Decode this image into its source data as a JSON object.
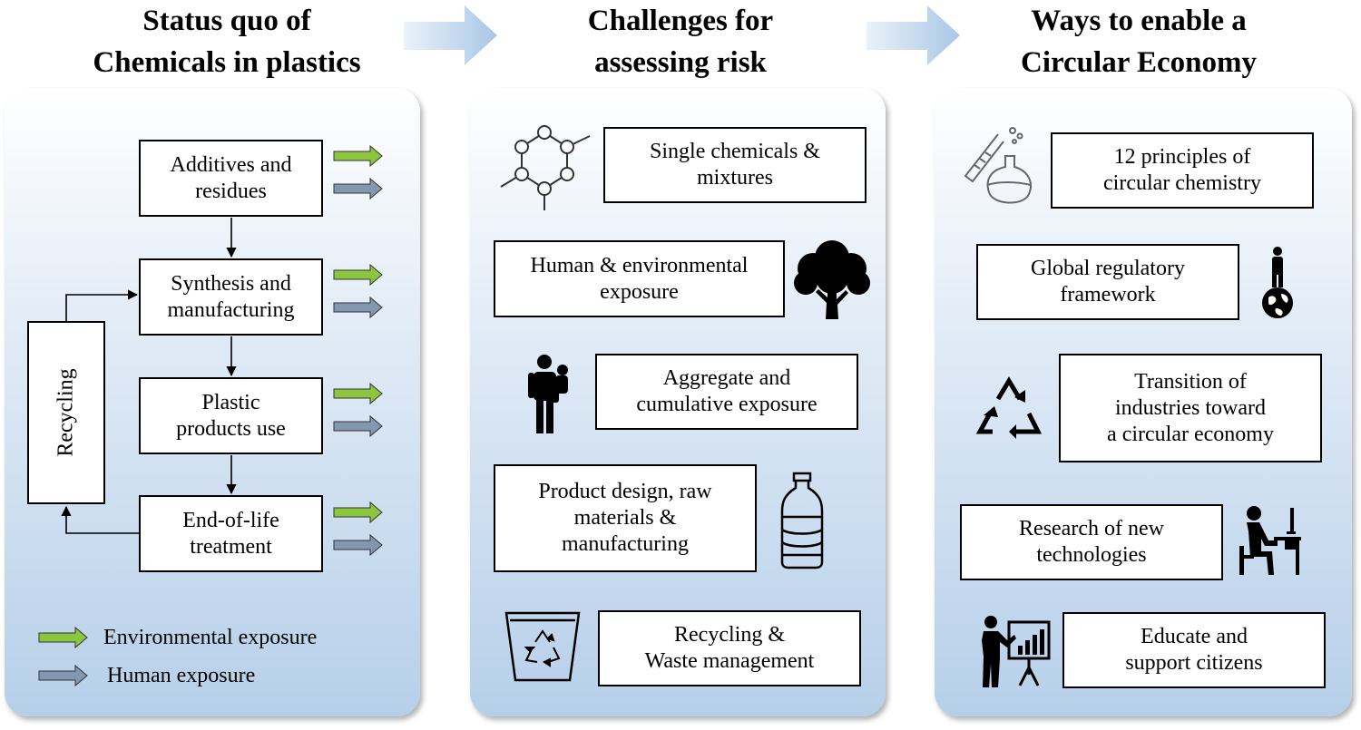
{
  "columns": [
    {
      "title_lines": [
        "Status quo of",
        "Chemicals in plastics"
      ]
    },
    {
      "title_lines": [
        "Challenges for",
        "assessing risk"
      ]
    },
    {
      "title_lines": [
        "Ways to enable a",
        "Circular Economy"
      ]
    }
  ],
  "status_quo": {
    "stages": [
      {
        "lines": [
          "Additives and",
          "residues"
        ]
      },
      {
        "lines": [
          "Synthesis and",
          "manufacturing"
        ]
      },
      {
        "lines": [
          "Plastic",
          "products use"
        ]
      },
      {
        "lines": [
          "End-of-life",
          "treatment"
        ]
      }
    ],
    "recycling_label": "Recycling",
    "legend": [
      {
        "label": "Environmental exposure",
        "color": "#8cc63f"
      },
      {
        "label": "Human exposure",
        "color": "#8497b0"
      }
    ]
  },
  "challenges": [
    {
      "lines": [
        "Single chemicals &",
        "mixtures"
      ],
      "icon": "molecule-icon"
    },
    {
      "lines": [
        "Human & environmental",
        "exposure"
      ],
      "icon": "tree-icon"
    },
    {
      "lines": [
        "Aggregate and",
        "cumulative exposure"
      ],
      "icon": "parent-child-icon"
    },
    {
      "lines": [
        "Product design, raw",
        "materials &",
        "manufacturing"
      ],
      "icon": "bottle-icon"
    },
    {
      "lines": [
        "Recycling &",
        "Waste management"
      ],
      "icon": "recycling-bin-icon"
    }
  ],
  "solutions": [
    {
      "lines": [
        "12 principles of",
        "circular chemistry"
      ],
      "icon": "lab-flask-icon"
    },
    {
      "lines": [
        "Global regulatory",
        "framework"
      ],
      "icon": "person-on-globe-icon"
    },
    {
      "lines": [
        "Transition of",
        "industries toward",
        "a circular economy"
      ],
      "icon": "recycle-icon"
    },
    {
      "lines": [
        "Research of new",
        "technologies"
      ],
      "icon": "person-at-computer-icon"
    },
    {
      "lines": [
        "Educate and",
        "support citizens"
      ],
      "icon": "presenter-icon"
    }
  ],
  "colors": {
    "environmental_arrow": "#8cc63f",
    "human_arrow": "#8497b0",
    "flow_arrow": "#c5d9ee"
  }
}
